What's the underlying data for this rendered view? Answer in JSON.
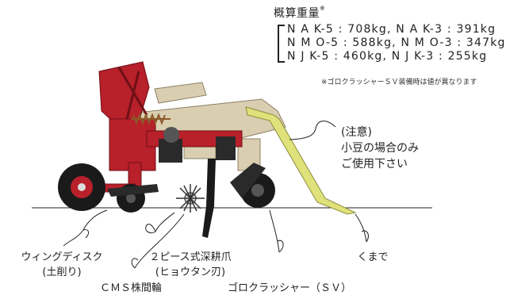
{
  "weights": {
    "title": "概算重量",
    "title_mark": "※",
    "rows": [
      "N A K-5 : 708kg, N A K-3 : 391kg",
      "N M O-5 : 588kg, N M O-3 : 347kg",
      "N J K-5 : 460kg, N J K-3 : 255kg"
    ],
    "note": "※ゴロクラッシャーＳＶ装備時は値が異なります"
  },
  "caution": {
    "line1": "(注意)",
    "line2": "小豆の場合のみ",
    "line3": "ご使用下さい"
  },
  "labels": {
    "wing_disc_1": "ウィングディスク",
    "wing_disc_2": "(土削り)",
    "two_piece_1": "２ピース式深耕爪",
    "two_piece_2": "(ヒョウタン刃)",
    "kumade": "くまで",
    "cms": "ＣＭＳ株間輪",
    "goro": "ゴロクラッシャー（ＳＶ）"
  },
  "colors": {
    "frame_red": "#b8202a",
    "frame_beige": "#d9ceb0",
    "tire": "#1a1a1a",
    "rod_yellow": "#dfe27a"
  }
}
